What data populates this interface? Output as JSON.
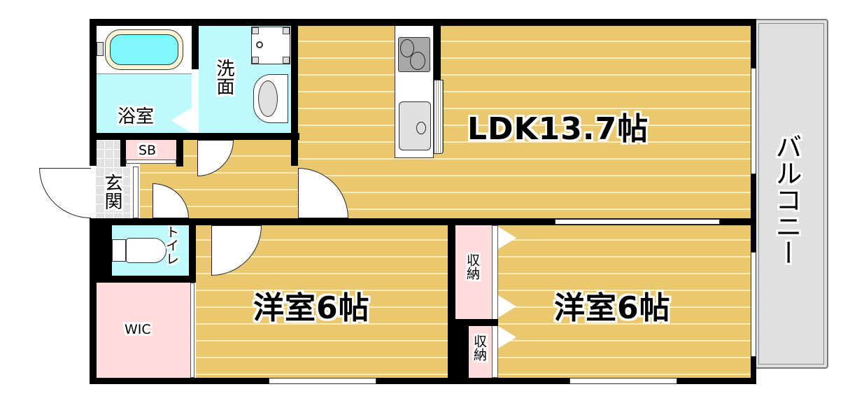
{
  "floorplan": {
    "rooms": {
      "ldk": {
        "label": "LDK13.7帖",
        "type": "living-dining-kitchen",
        "size_jo": 13.7
      },
      "western1": {
        "label": "洋室6帖",
        "type": "bedroom",
        "size_jo": 6
      },
      "western2": {
        "label": "洋室6帖",
        "type": "bedroom",
        "size_jo": 6
      },
      "bath": {
        "label": "浴室"
      },
      "washroom": {
        "label": "洗面"
      },
      "entrance": {
        "label": "玄関"
      },
      "shoebox": {
        "label": "SB"
      },
      "toilet": {
        "label": "トイレ"
      },
      "wic": {
        "label": "WIC"
      },
      "storage1": {
        "label": "収納"
      },
      "storage2": {
        "label": "収納"
      },
      "balcony": {
        "label": "バルコニー"
      }
    },
    "colors": {
      "floor": "#e9c870",
      "floor_line": "#f8ecc0",
      "wet_area": "#bff9fb",
      "storage": "#ffdcdc",
      "entrance_tile": "#e2e2e2",
      "balcony": "#e0e0e0",
      "wall": "#000000"
    }
  }
}
